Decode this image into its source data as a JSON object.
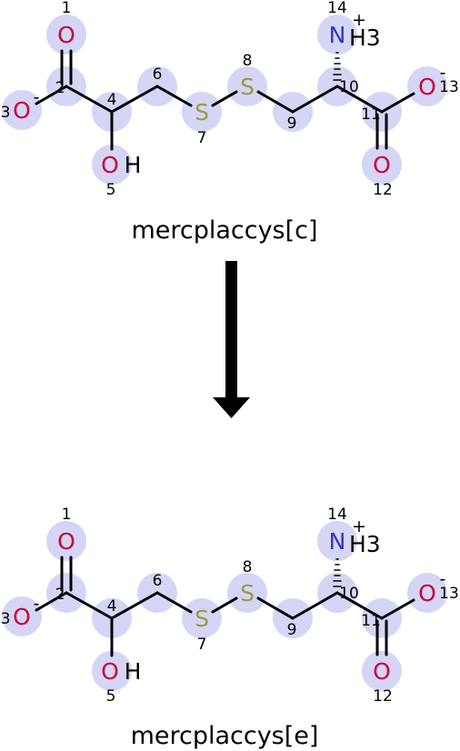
{
  "reaction": {
    "reactant_name": "mercplaccys[c]",
    "product_name": "mercplaccys[e]",
    "arrow": "down-arrow"
  },
  "molecule": {
    "atoms": [
      {
        "idx": "1",
        "sym": "O",
        "suffix": "",
        "charge": "",
        "color": "#cc0033"
      },
      {
        "idx": "2",
        "sym": "",
        "suffix": "",
        "charge": "",
        "color": "#000000"
      },
      {
        "idx": "3",
        "sym": "O",
        "suffix": "",
        "charge": "-",
        "color": "#cc0033"
      },
      {
        "idx": "4",
        "sym": "",
        "suffix": "",
        "charge": "",
        "color": "#000000"
      },
      {
        "idx": "5",
        "sym": "O",
        "suffix": "H",
        "charge": "",
        "color": "#cc0033"
      },
      {
        "idx": "6",
        "sym": "",
        "suffix": "",
        "charge": "",
        "color": "#000000"
      },
      {
        "idx": "7",
        "sym": "S",
        "suffix": "",
        "charge": "",
        "color": "#999944"
      },
      {
        "idx": "8",
        "sym": "S",
        "suffix": "",
        "charge": "",
        "color": "#999944"
      },
      {
        "idx": "9",
        "sym": "",
        "suffix": "",
        "charge": "",
        "color": "#000000"
      },
      {
        "idx": "10",
        "sym": "",
        "suffix": "",
        "charge": "",
        "color": "#000000"
      },
      {
        "idx": "11",
        "sym": "",
        "suffix": "",
        "charge": "",
        "color": "#000000"
      },
      {
        "idx": "12",
        "sym": "O",
        "suffix": "",
        "charge": "",
        "color": "#cc0033"
      },
      {
        "idx": "13",
        "sym": "O",
        "suffix": "",
        "charge": "-",
        "color": "#cc0033"
      },
      {
        "idx": "14",
        "sym": "N",
        "suffix": "H3",
        "charge": "+",
        "color": "#3333cc"
      }
    ],
    "highlight_color": "#d5d5f5"
  }
}
